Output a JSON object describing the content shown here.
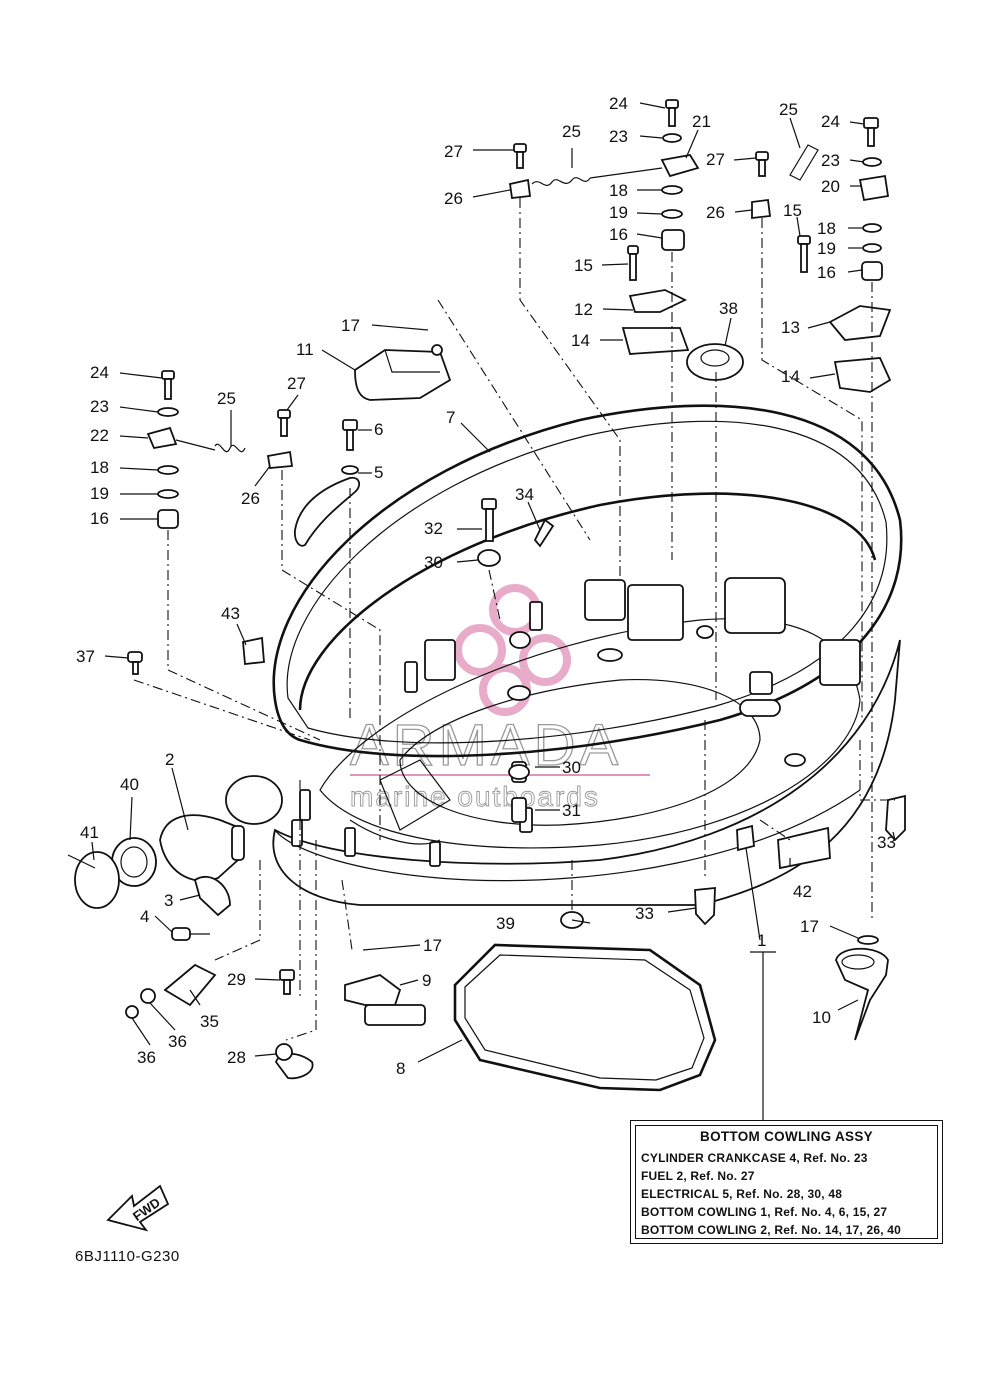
{
  "watermark": {
    "brand": "ARMADA",
    "tagline": "marine outboards"
  },
  "legend": {
    "title": "BOTTOM COWLING ASSY",
    "rows": [
      "CYLINDER CRANKCASE 4,  Ref. No. 23",
      "FUEL 2,  Ref. No. 27",
      "ELECTRICAL 5,  Ref. No. 28, 30, 48",
      "BOTTOM COWLING 1,  Ref. No. 4, 6, 15, 27",
      "BOTTOM COWLING 2,  Ref. No. 14, 17, 26, 40"
    ]
  },
  "direction_marker": "FWD",
  "drawing_code": "6BJ1110-G230",
  "callouts": [
    "24",
    "23",
    "21",
    "25",
    "27",
    "26",
    "18",
    "19",
    "16",
    "15",
    "12",
    "14",
    "38",
    "24",
    "25",
    "27",
    "23",
    "20",
    "26",
    "15",
    "18",
    "19",
    "16",
    "13",
    "14",
    "17",
    "11",
    "24",
    "23",
    "22",
    "18",
    "19",
    "16",
    "25",
    "27",
    "26",
    "6",
    "5",
    "7",
    "32",
    "34",
    "30",
    "43",
    "37",
    "2",
    "40",
    "41",
    "3",
    "4",
    "30",
    "31",
    "29",
    "35",
    "36",
    "36",
    "28",
    "17",
    "9",
    "8",
    "39",
    "33",
    "33",
    "42",
    "1",
    "17",
    "10"
  ]
}
